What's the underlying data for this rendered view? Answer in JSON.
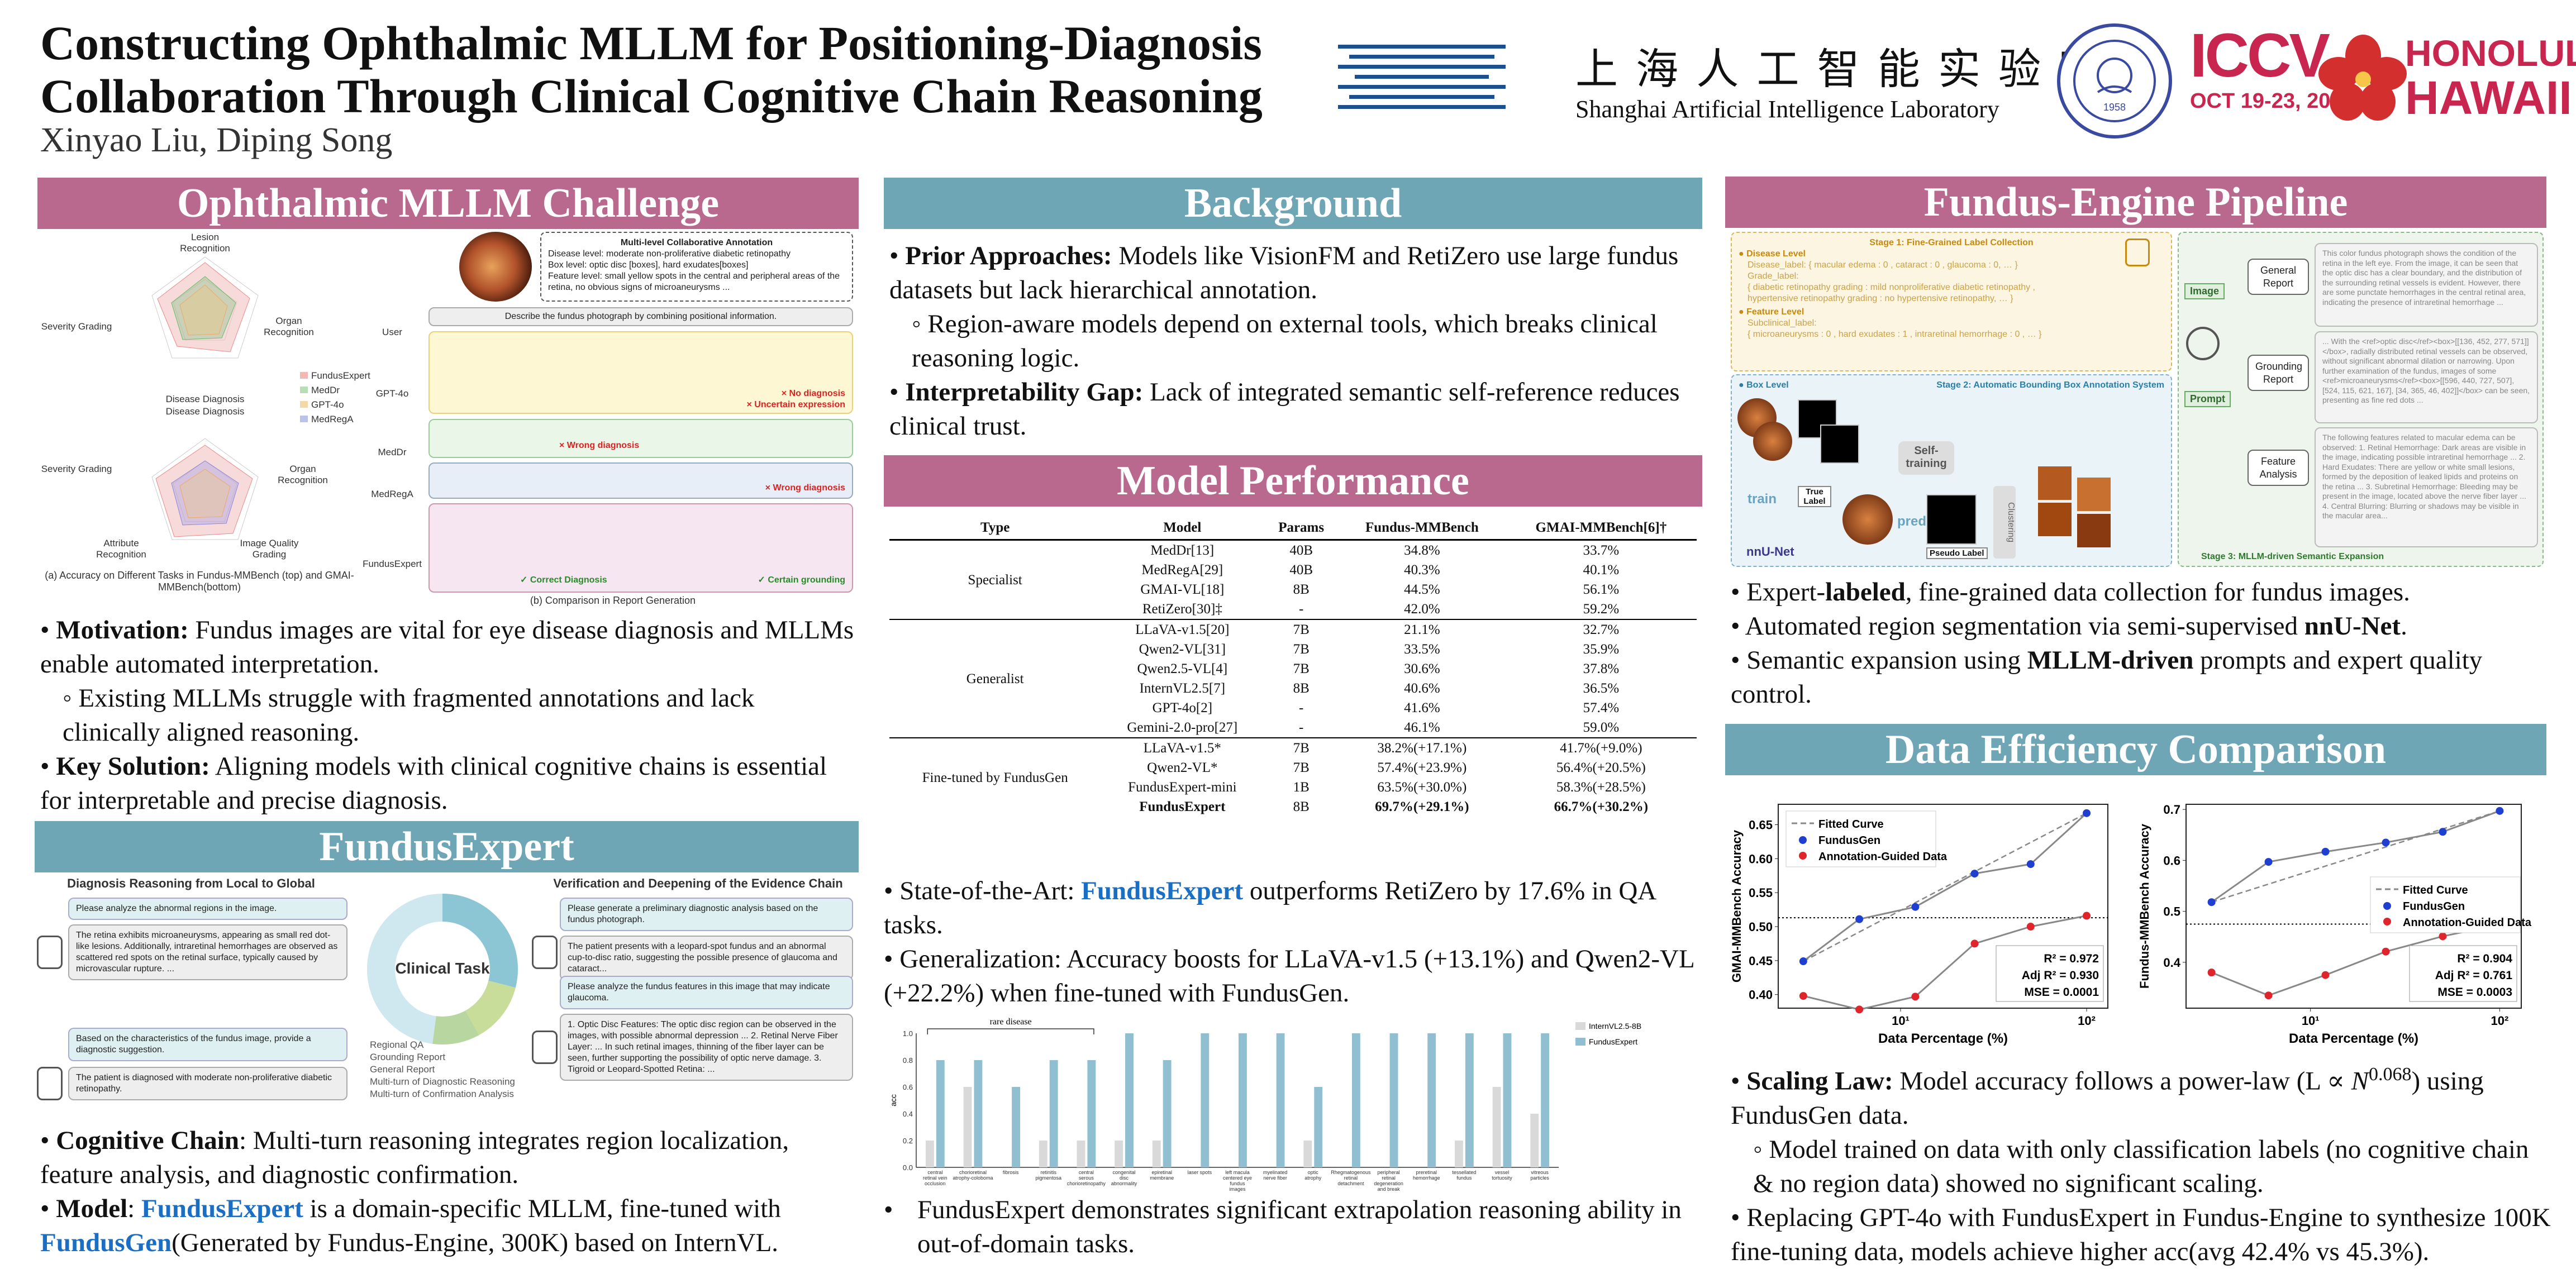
{
  "header": {
    "title_line1": "Constructing Ophthalmic MLLM for Positioning-Diagnosis",
    "title_line2": "Collaboration Through Clinical Cognitive Chain Reasoning",
    "authors": "Xinyao Liu, Diping Song",
    "lab_cn": "上 海 人 工 智 能 实 验 室",
    "lab_en": "Shanghai Artificial Intelligence Laboratory",
    "iccv": "ICCV",
    "iccv_date": "OCT 19-23, 2025",
    "honolulu1": "HONOLULU",
    "honolulu2": "HAWAII",
    "seal_year": "1958"
  },
  "colors": {
    "section_pink": "#b9698e",
    "section_teal": "#6fa6b6",
    "accent_blue": "#1a6fc4",
    "iccv_red": "#c8254f"
  },
  "sections": {
    "challenge": "Ophthalmic MLLM Challenge",
    "fundusexpert": "FundusExpert",
    "background": "Background",
    "performance": "Model Performance",
    "pipeline": "Fundus-Engine Pipeline",
    "efficiency": "Data Efficiency Comparison"
  },
  "challenge_fig": {
    "radar_labels_top": [
      "Lesion Recognition",
      "Organ Recognition",
      "Severity Grading",
      "Disease Diagnosis"
    ],
    "radar_labels_bottom": [
      "Disease Diagnosis",
      "Organ Recognition",
      "Image Quality Grading",
      "Attribute Recognition",
      "Severity Grading"
    ],
    "legend": [
      "FundusExpert",
      "MedDr",
      "GPT-4o",
      "MedRegA"
    ],
    "caption_a": "(a)  Accuracy on Different Tasks in Fundus-MMBench (top) and GMAI-MMBench(bottom)",
    "caption_b": "(b)  Comparison in Report Generation",
    "anno_title": "Multi-level Collaborative Annotation",
    "anno_lines": [
      "Disease level: moderate non-proliferative diabetic retinopathy",
      "Box level: optic disc [boxes], hard exudates[boxes]",
      "Feature level: small yellow spots in the central and peripheral areas of the retina, no obvious signs of microaneurysms ..."
    ],
    "prompt": "Describe the fundus photograph by combining positional information.",
    "speakers": [
      "User",
      "GPT-4o",
      "MedDr",
      "MedRegA",
      "FundusExpert"
    ],
    "tag_no_diag": "× No diagnosis",
    "tag_uncertain": "× Uncertain expression",
    "tag_wrong1": "× Wrong diagnosis",
    "tag_wrong2": "× Wrong diagnosis",
    "tag_correct": "✓ Correct Diagnosis",
    "tag_grounding": "✓ Certain grounding"
  },
  "challenge_bullets": {
    "motivation_label": "Motivation:",
    "motivation": " Fundus images are vital for eye disease diagnosis and MLLMs enable automated interpretation.",
    "sub": "◦ Existing MLLMs struggle with fragmented annotations and lack clinically aligned reasoning.",
    "solution_label": "Key Solution:",
    "solution": " Aligning models with clinical cognitive chains is essential for interpretable and precise diagnosis."
  },
  "expert_fig": {
    "left_title": "Diagnosis Reasoning from Local to Global",
    "right_title": "Verification and Deepening of the Evidence Chain",
    "center": "Clinical Task",
    "legend": [
      "Regional QA",
      "Grounding Report",
      "General Report",
      "Multi-turn of Diagnostic Reasoning",
      "Multi-turn of Confirmation Analysis"
    ],
    "left_msgs": [
      "Please analyze the abnormal regions in the image.",
      "The retina exhibits microaneurysms, appearing as small red dot-like lesions. Additionally, intraretinal hemorrhages are observed as scattered red spots on the retinal surface, typically caused by microvascular rupture. ...",
      "Based on the characteristics of the fundus image, provide a diagnostic suggestion.",
      "The patient is diagnosed with moderate non-proliferative diabetic retinopathy."
    ],
    "right_msgs": [
      "Please generate a preliminary diagnostic analysis based on the fundus photograph.",
      "The patient presents with a leopard-spot fundus and an abnormal cup-to-disc ratio, suggesting the possible presence of glaucoma and cataract...",
      "Please analyze the fundus features in this image that may indicate glaucoma.",
      "1. Optic Disc Features: The optic disc region can be observed in the images, with possible abnormal depression ... 2. Retinal Nerve Fiber Layer: ... In such retinal images, thinning of the fiber layer can be seen, further supporting the possibility of optic nerve damage. 3. Tigroid or Leopard-Spotted Retina: ..."
    ]
  },
  "expert_bullets": {
    "chain_label": "Cognitive Chain",
    "chain": ": Multi-turn reasoning integrates region localization, feature analysis, and diagnostic confirmation.",
    "model_label": "Model",
    "model_pre": ": ",
    "model_name": "FundusExpert",
    "model_mid": " is a domain-specific MLLM, fine-tuned with ",
    "gen_name": "FundusGen",
    "model_post": "(Generated by Fundus-Engine, 300K) based on InternVL."
  },
  "background_bullets": {
    "prior_label": "Prior Approaches:",
    "prior": " Models like VisionFM and RetiZero use large fundus datasets but lack hierarchical annotation.",
    "prior_sub": "◦ Region-aware models depend on external tools, which breaks clinical reasoning logic.",
    "gap_label": "Interpretability Gap:",
    "gap": " Lack of integrated semantic self-reference reduces clinical trust."
  },
  "perf_table": {
    "headers": [
      "Type",
      "Model",
      "Params",
      "Fundus-MMBench",
      "GMAI-MMBench[6]†"
    ],
    "groups": [
      {
        "type": "Specialist",
        "rows": [
          [
            "MedDr[13]",
            "40B",
            "34.8%",
            "33.7%"
          ],
          [
            "MedRegA[29]",
            "40B",
            "40.3%",
            "40.1%"
          ],
          [
            "GMAI-VL[18]",
            "8B",
            "44.5%",
            "56.1%"
          ],
          [
            "RetiZero[30]‡",
            "-",
            "42.0%",
            "59.2%"
          ]
        ]
      },
      {
        "type": "Generalist",
        "rows": [
          [
            "LLaVA-v1.5[20]",
            "7B",
            "21.1%",
            "32.7%"
          ],
          [
            "Qwen2-VL[31]",
            "7B",
            "33.5%",
            "35.9%"
          ],
          [
            "Qwen2.5-VL[4]",
            "7B",
            "30.6%",
            "37.8%"
          ],
          [
            "InternVL2.5[7]",
            "8B",
            "40.6%",
            "36.5%"
          ],
          [
            "GPT-4o[2]",
            "-",
            "41.6%",
            "57.4%"
          ],
          [
            "Gemini-2.0-pro[27]",
            "-",
            "46.1%",
            "59.0%"
          ]
        ]
      },
      {
        "type": "Fine-tuned by FundusGen",
        "rows": [
          [
            "LLaVA-v1.5*",
            "7B",
            "38.2%(+17.1%)",
            "41.7%(+9.0%)"
          ],
          [
            "Qwen2-VL*",
            "7B",
            "57.4%(+23.9%)",
            "56.4%(+20.5%)"
          ],
          [
            "FundusExpert-mini",
            "1B",
            "63.5%(+30.0%)",
            "58.3%(+28.5%)"
          ],
          [
            "FundusExpert",
            "8B",
            "69.7%(+29.1%)",
            "66.7%(+30.2%)"
          ]
        ]
      }
    ]
  },
  "perf_bullets": {
    "sota_pre": "• State-of-the-Art: ",
    "sota_name": "FundusExpert",
    "sota_post": " outperforms RetiZero by 17.6% in QA tasks.",
    "gen": "• Generalization: Accuracy boosts for LLaVA-v1.5 (+13.1%) and Qwen2-VL (+22.2%) when fine-tuned with FundusGen.",
    "ood": "FundusExpert demonstrates significant extrapolation reasoning ability in out-of-domain tasks."
  },
  "chart_data": [
    {
      "type": "bar",
      "ylabel": "acc",
      "annotation": "rare disease",
      "ylim": [
        0,
        1
      ],
      "yticks": [
        "0.0",
        "0.2",
        "0.4",
        "0.6",
        "0.8",
        "1.0"
      ],
      "categories": [
        "central retinal vein occlusion",
        "chorioretinal atrophy-coloboma",
        "fibrosis",
        "retinitis pigmentosa",
        "central serous chorioretinopathy",
        "congenital disc abnormality",
        "epiretinal membrane",
        "laser spots",
        "left macula centered eye fundus images",
        "myelinated nerve fiber",
        "optic atrophy",
        "Rhegmatogenous retinal detachment",
        "peripheral retinal degeneration and break",
        "preretinal hemorrhage",
        "tessellated fundus",
        "vessel tortuosity",
        "vitreous particles"
      ],
      "series": [
        {
          "name": "InternVL2.5-8B",
          "color": "#d9d9d9",
          "values": [
            0.2,
            0.6,
            0.0,
            0.2,
            0.2,
            0.2,
            0.2,
            0.0,
            0.0,
            0.0,
            0.2,
            0.0,
            0.0,
            0.0,
            0.2,
            0.6,
            0.4
          ]
        },
        {
          "name": "FundusExpert",
          "color": "#8fbfd0",
          "values": [
            0.8,
            0.8,
            0.6,
            0.8,
            0.8,
            1.0,
            0.8,
            1.0,
            1.0,
            1.0,
            0.6,
            1.0,
            1.0,
            1.0,
            1.0,
            1.0,
            1.0
          ]
        }
      ]
    },
    {
      "type": "scatter",
      "xlabel": "Data Percentage (%)",
      "ylabel": "GMAI-MMBench Accuracy",
      "ylim": [
        0.38,
        0.68
      ],
      "yticks": [
        "0.40",
        "0.45",
        "0.50",
        "0.55",
        "0.60",
        "0.65"
      ],
      "xticks": [
        "10¹",
        "10²"
      ],
      "legend": [
        "Fitted Curve",
        "FundusGen",
        "Annotation-Guided Data"
      ],
      "legend_position": "top-left",
      "baseline": 0.513,
      "series": [
        {
          "name": "FundusGen",
          "color": "#1f3fd1",
          "x": [
            3,
            6,
            12,
            25,
            50,
            100
          ],
          "y": [
            0.449,
            0.511,
            0.529,
            0.578,
            0.592,
            0.667
          ]
        },
        {
          "name": "Annotation-Guided Data",
          "color": "#e0242c",
          "x": [
            3,
            6,
            12,
            25,
            50,
            100
          ],
          "y": [
            0.398,
            0.378,
            0.397,
            0.475,
            0.5,
            0.516
          ]
        }
      ],
      "stats": [
        "R² = 0.972",
        "Adj R² = 0.930",
        "MSE = 0.0001"
      ]
    },
    {
      "type": "scatter",
      "xlabel": "Data Percentage (%)",
      "ylabel": "Fundus-MMBench Accuracy",
      "ylim": [
        0.31,
        0.71
      ],
      "yticks": [
        "0.4",
        "0.5",
        "0.6",
        "0.7"
      ],
      "xticks": [
        "10¹",
        "10²"
      ],
      "legend": [
        "Fitted Curve",
        "FundusGen",
        "Annotation-Guided Data"
      ],
      "legend_position": "center-right",
      "baseline": 0.475,
      "series": [
        {
          "name": "FundusGen",
          "color": "#1f3fd1",
          "x": [
            3,
            6,
            12,
            25,
            50,
            100
          ],
          "y": [
            0.518,
            0.597,
            0.617,
            0.635,
            0.656,
            0.697
          ]
        },
        {
          "name": "Annotation-Guided Data",
          "color": "#e0242c",
          "x": [
            3,
            6,
            12,
            25,
            50,
            100
          ],
          "y": [
            0.38,
            0.335,
            0.375,
            0.421,
            0.451,
            0.474
          ]
        }
      ],
      "stats": [
        "R² = 0.904",
        "Adj R² = 0.761",
        "MSE = 0.0003"
      ]
    }
  ],
  "pipeline_fig": {
    "stage1": "Stage 1: Fine-Grained Label Collection",
    "stage2": "Stage 2: Automatic Bounding Box Annotation System",
    "stage3": "Stage 3: MLLM-driven Semantic Expansion",
    "disease_level": "Disease Level",
    "disease_lines": [
      "Disease_label: { macular edema : 0 ,  cataract : 0 , glaucoma : 0, … }",
      "Grade_label:",
      "{ diabetic retinopathy grading : mild nonproliferative diabetic retinopathy ,",
      "hypertensive retinopathy grading : no hypertensive retinopathy, … }"
    ],
    "feature_level": "Feature Level",
    "feature_lines": [
      "Subclinical_label:",
      "{ microaneurysms : 0 ,  hard exudates : 1 , intraretinal hemorrhage : 0 , … }"
    ],
    "box_level": "Box Level",
    "self_training": "Self-training",
    "train": "train",
    "pred": "pred",
    "true_label": "True Label",
    "pseudo_label": "Pseudo Label",
    "clustering": "Clustering",
    "nnunet": "nnU-Net",
    "image": "Image",
    "prompt": "Prompt",
    "reports": [
      "General Report",
      "Grounding Report",
      "Feature Analysis"
    ],
    "report_texts": [
      "This color fundus photograph shows the condition of the retina in the left eye. From the image, it can be seen that the optic disc has a clear boundary, and the distribution of the surrounding retinal vessels is evident. However, there are some punctate hemorrhages in the central retinal area, indicating the presence of intraretinal hemorrhage ...",
      "... With the <ref>optic disc</ref><box>[[136, 452, 277, 571]]</box>, radially distributed retinal vessels can be observed, without significant abnormal dilation or narrowing. Upon further examination of the fundus, images of some <ref>microaneurysms</ref><box>[[596, 440, 727, 507], [524, 115, 621, 167], [34, 365, 46, 402]]</box> can be seen, presenting as fine red dots ...",
      "The following features related to macular edema can be observed: 1. Retinal Hemorrhage: Dark areas are visible in the image, indicating possible intraretinal hemorrhage ... 2. Hard Exudates: There are yellow or white small lesions, formed by the deposition of leaked lipids and proteins on the retina ... 3. Subretinal Hemorrhage: Bleeding may be present in the image, located above the nerve fiber layer ... 4. Central Blurring: Blurring or shadows may be visible in the macular area..."
    ]
  },
  "pipeline_bullets": {
    "b1_pre": "• Expert-",
    "b1_bold": "labeled",
    "b1_post": ", fine-grained data collection for fundus images.",
    "b2_pre": "• Automated region segmentation via semi-supervised ",
    "b2_bold": "nnU-Net",
    "b2_post": ".",
    "b3_pre": "• Semantic expansion using ",
    "b3_bold": "MLLM-driven",
    "b3_post": " prompts and expert quality control."
  },
  "efficiency_bullets": {
    "law_label": "Scaling Law:",
    "law_pre": " Model accuracy follows a power-law (L ∝ ",
    "law_formula": "N",
    "law_exp": "0.068",
    "law_post": ") using FundusGen data.",
    "sub": "◦ Model trained on data with only classification labels (no cognitive chain & no region data) showed no significant scaling.",
    "replace": "• Replacing GPT-4o with FundusExpert in Fundus-Engine to synthesize 100K fine-tuning data, models achieve higher acc(avg 42.4% vs 45.3%)."
  }
}
